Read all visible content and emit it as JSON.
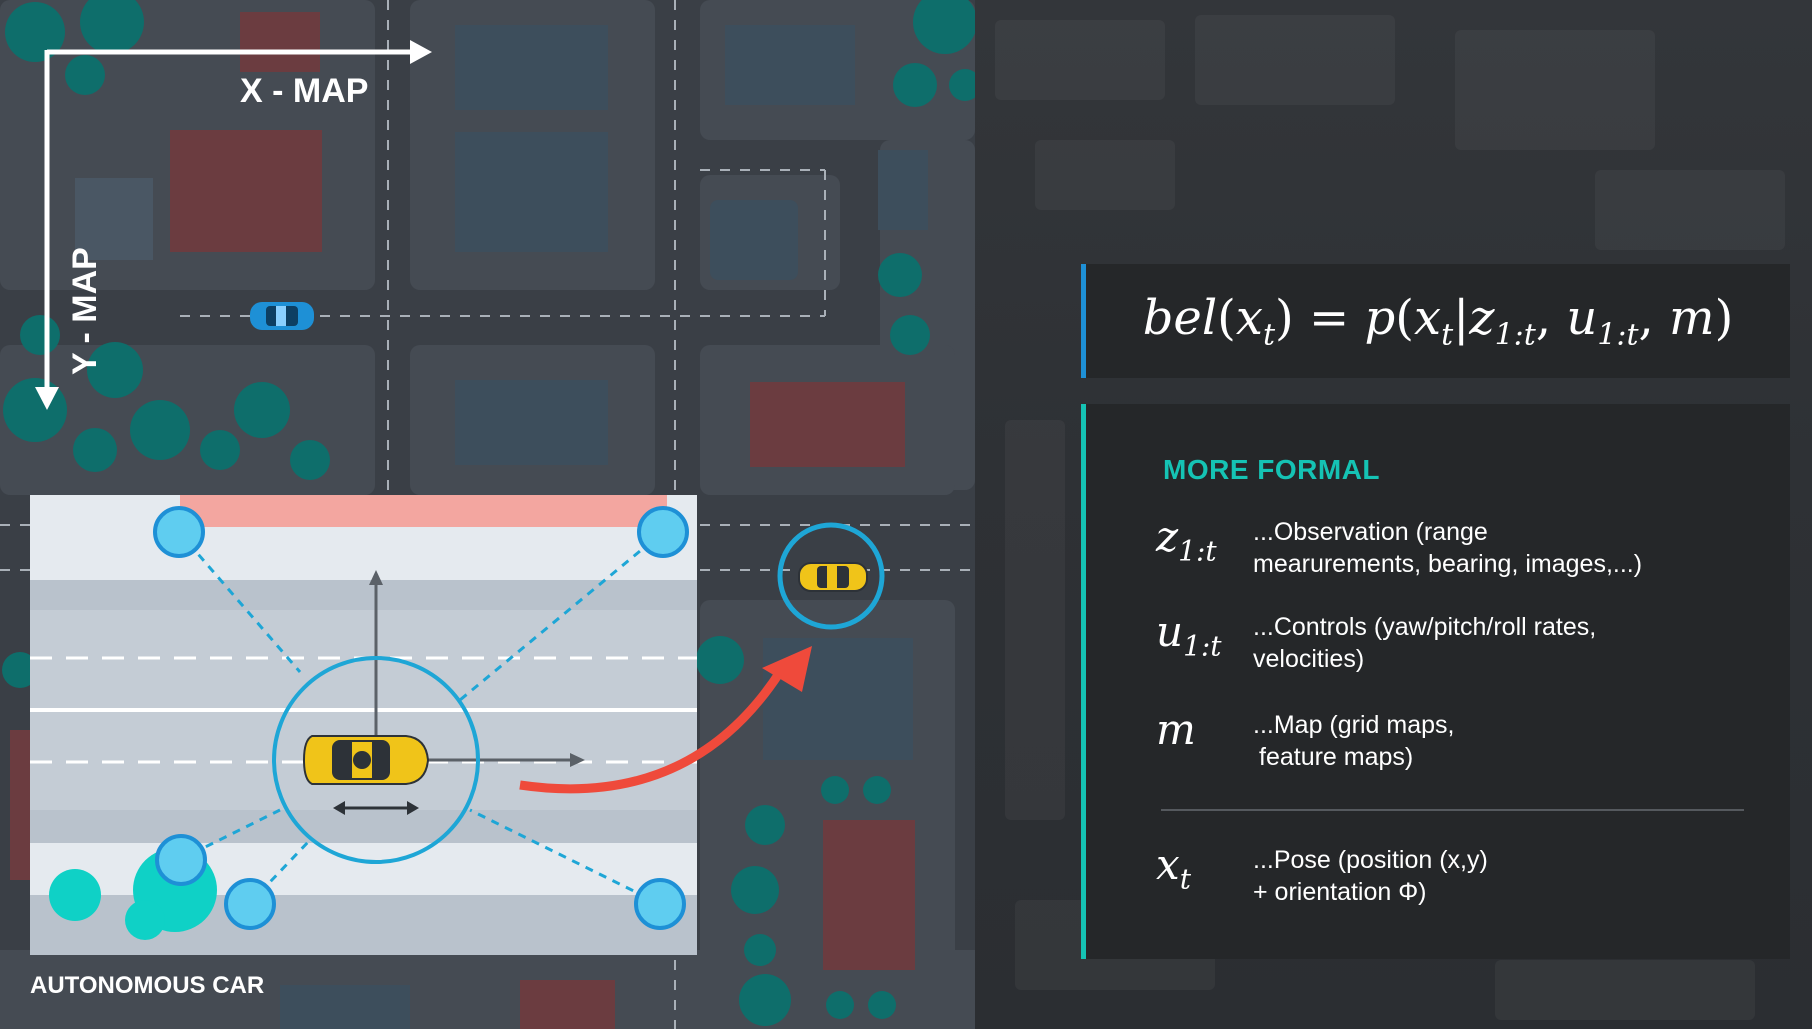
{
  "map": {
    "x_axis_label": "X - MAP",
    "y_axis_label": "Y - MAP",
    "caption": "AUTONOMOUS CAR"
  },
  "formula": {
    "lhs_fn": "bel",
    "lhs_var": "x",
    "lhs_sub": "t",
    "rhs_fn": "p",
    "rhs_var": "x",
    "rhs_var_sub": "t",
    "obs": "z",
    "obs_sub": "1:t",
    "ctrl": "u",
    "ctrl_sub": "1:t",
    "map_sym": "m"
  },
  "panel": {
    "heading": "MORE FORMAL",
    "items": [
      {
        "symbol": "z",
        "sub": "1:t",
        "desc_line1": "...Observation (range",
        "desc_line2": "mearurements, bearing, images,...)"
      },
      {
        "symbol": "u",
        "sub": "1:t",
        "desc_line1": "...Controls (yaw/pitch/roll rates,",
        "desc_line2": "velocities)"
      },
      {
        "symbol": "m",
        "sub": "",
        "desc_line1": "...Map (grid maps,",
        "desc_line2": "feature maps)"
      },
      {
        "symbol": "x",
        "sub": "t",
        "desc_line1": "...Pose (position (x,y)",
        "desc_line2": "+ orientation Φ)"
      }
    ]
  },
  "colors": {
    "road": "#3a3f46",
    "block": "#454b53",
    "building": "#3d4e5c",
    "brick": "#6b3c40",
    "tree": "#0e6e6b",
    "accent_blue": "#1e90d6",
    "accent_teal": "#15c3b4",
    "arrow_red": "#ef4a3b",
    "car_yellow": "#f0c419"
  },
  "icons": {
    "autonomous_car": "car-icon",
    "other_car": "car-icon",
    "landmark": "landmark-circle"
  }
}
